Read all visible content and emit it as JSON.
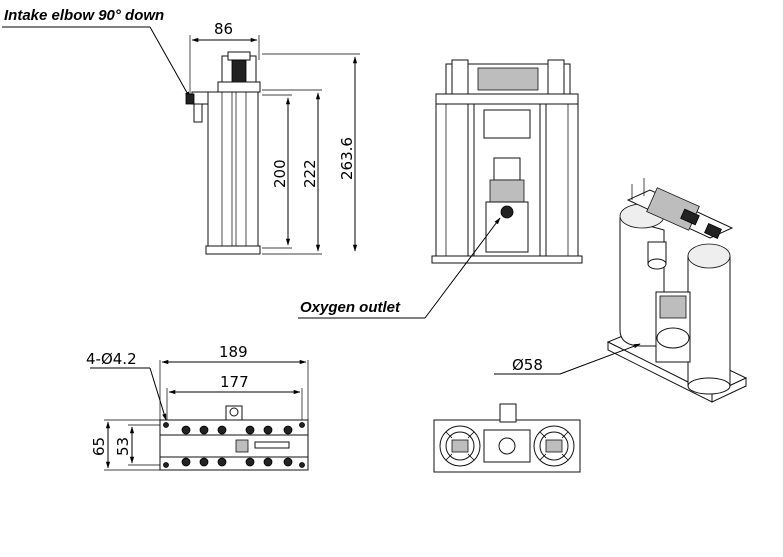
{
  "callouts": {
    "intake": "Intake elbow 90° down",
    "oxygen": "Oxygen outlet"
  },
  "dimensions": {
    "width_top": "86",
    "h200": "200",
    "h222": "222",
    "h263": "263.6",
    "len189": "189",
    "len177": "177",
    "holes": "4-Ø4.2",
    "w65": "65",
    "w53": "53",
    "dia58": "Ø58"
  }
}
